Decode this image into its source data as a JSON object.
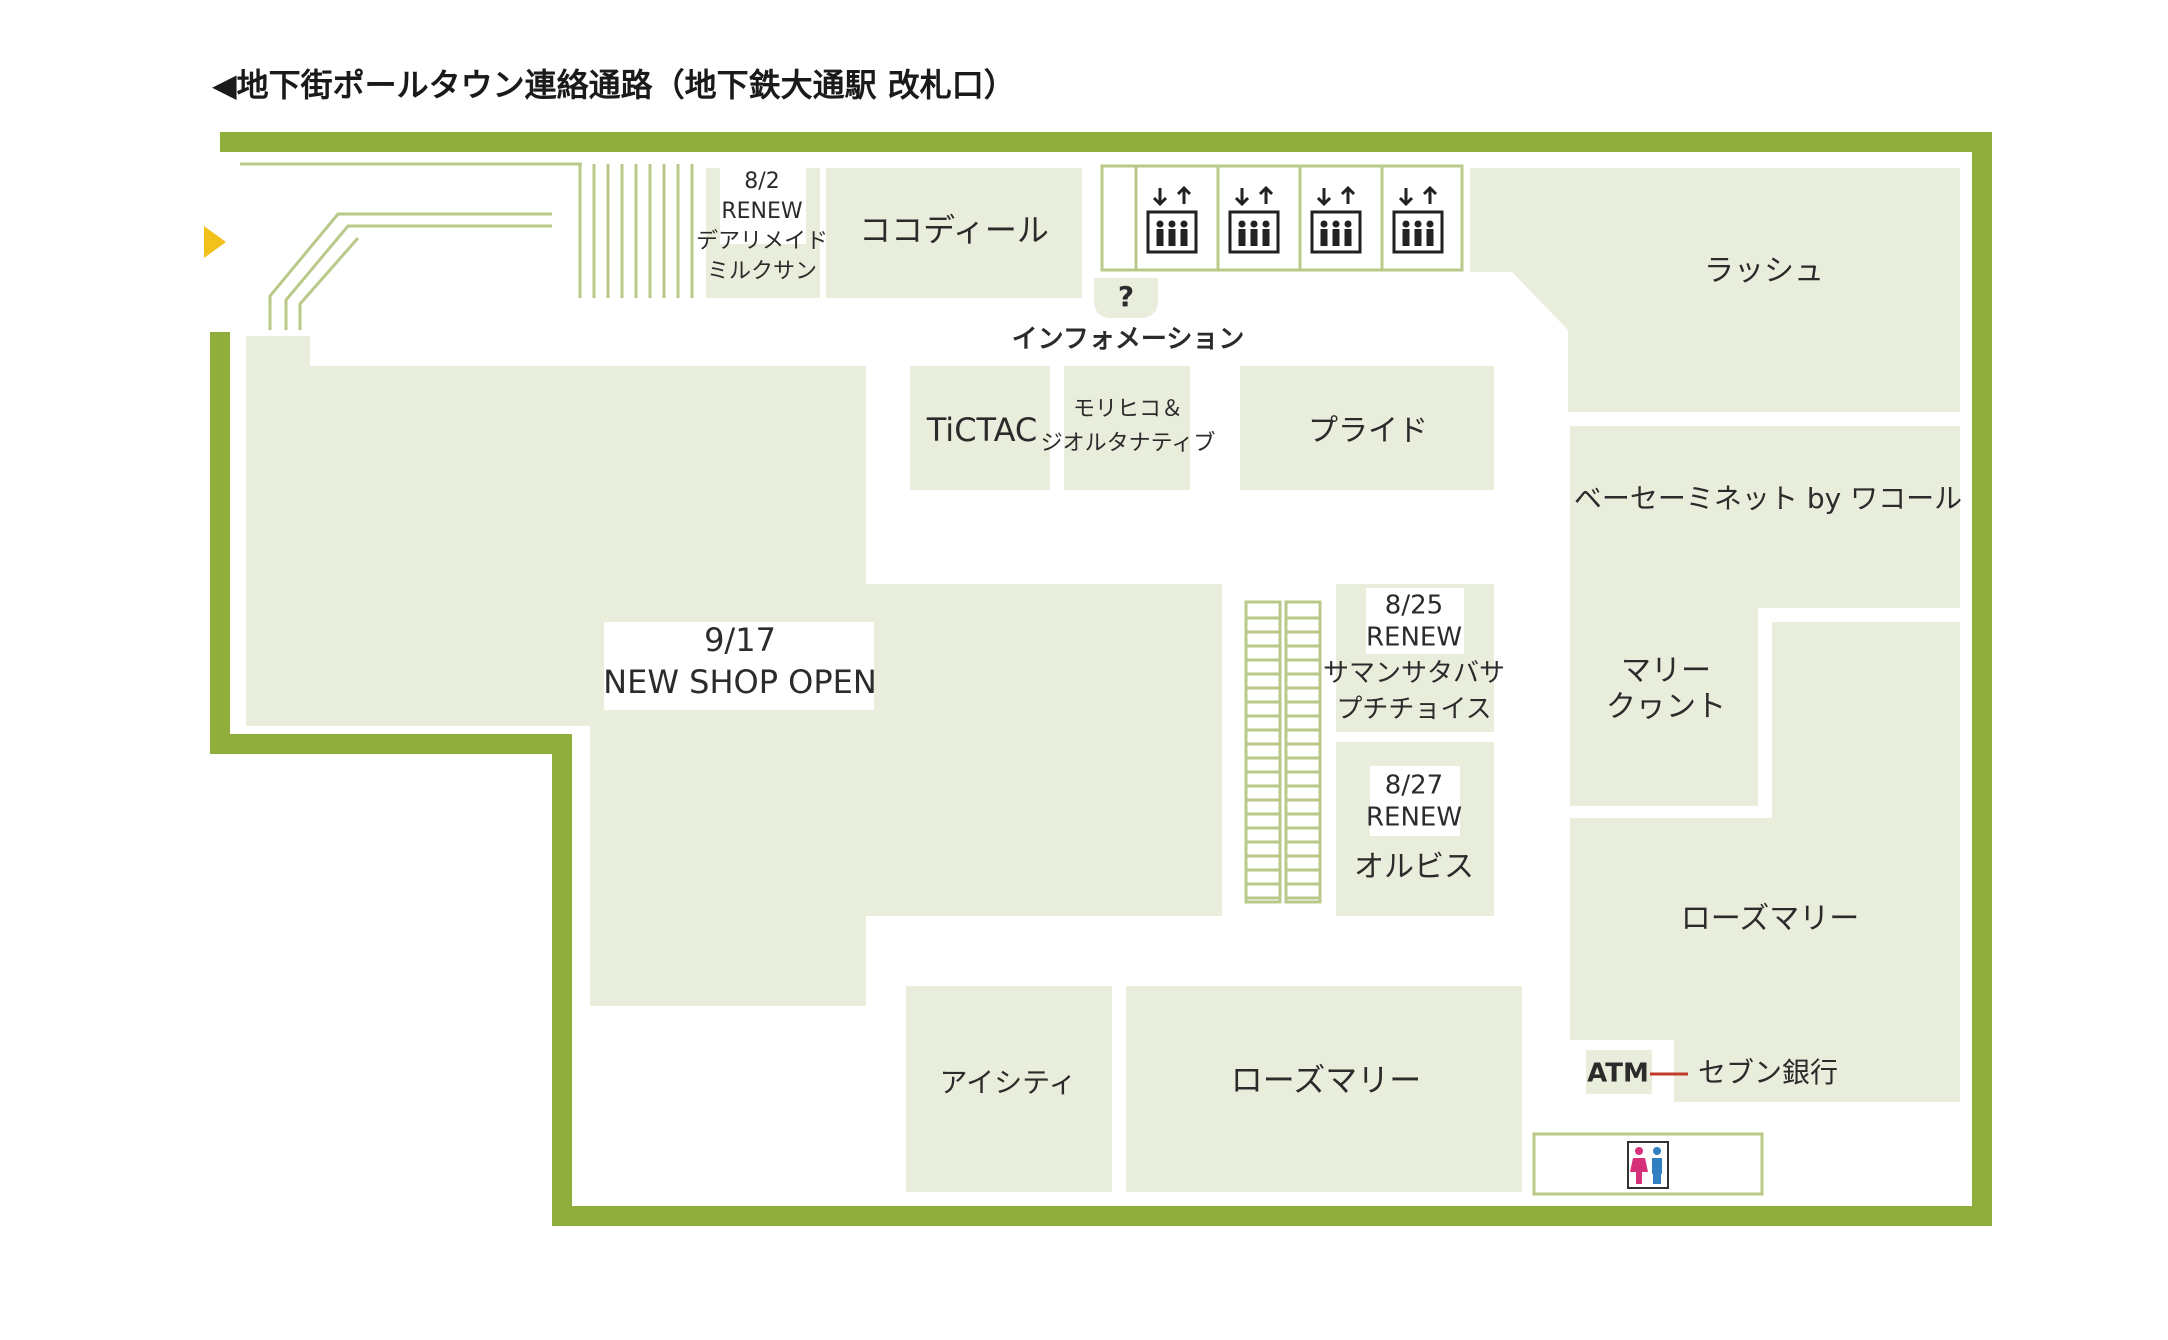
{
  "title": "◀地下街ポールタウン連絡通路（地下鉄大通駅 改札口）",
  "colors": {
    "wall": "#8fae3b",
    "shop_fill": "#e9eedc",
    "arrow": "#f2c11c",
    "restroom_male": "#2f7fc1",
    "restroom_female": "#d6307a",
    "atm_line": "#c0392b"
  },
  "shops": {
    "dearimade": {
      "date": "8/2",
      "status": "RENEW",
      "name_line1": "デアリメイド",
      "name_line2": "ミルクサン"
    },
    "cocodeal": {
      "name": "ココディール"
    },
    "lush": {
      "name": "ラッシュ"
    },
    "information": {
      "symbol": "?",
      "label": "インフォメーション"
    },
    "tictac": {
      "name": "TiCTAC"
    },
    "morihiko": {
      "name_line1": "モリヒコ＆",
      "name_line2": "ジオルタナティブ"
    },
    "pride": {
      "name": "プライド"
    },
    "wacoal": {
      "name": "ベーセーミネット by ワコール"
    },
    "newshop": {
      "date": "9/17",
      "status": "NEW SHOP OPEN"
    },
    "samantha": {
      "date": "8/25",
      "status": "RENEW",
      "name_line1": "サマンサタバサ",
      "name_line2": "プチチョイス"
    },
    "mary_quant": {
      "name_line1": "マリー",
      "name_line2": "クヮント"
    },
    "orbis": {
      "date": "8/27",
      "status": "RENEW",
      "name": "オルビス"
    },
    "rosemary_right": {
      "name": "ローズマリー"
    },
    "icity": {
      "name": "アイシティ"
    },
    "rosemary_bottom": {
      "name": "ローズマリー"
    },
    "atm": {
      "label": "ATM",
      "bank": "セブン銀行"
    }
  },
  "facilities": {
    "elevators": [
      "elevator",
      "elevator",
      "elevator",
      "elevator"
    ],
    "elevator_icon": "elevator-people-icon",
    "restroom_icon": "restroom-icon",
    "entrance_arrow_icon": "entrance-arrow-icon"
  }
}
